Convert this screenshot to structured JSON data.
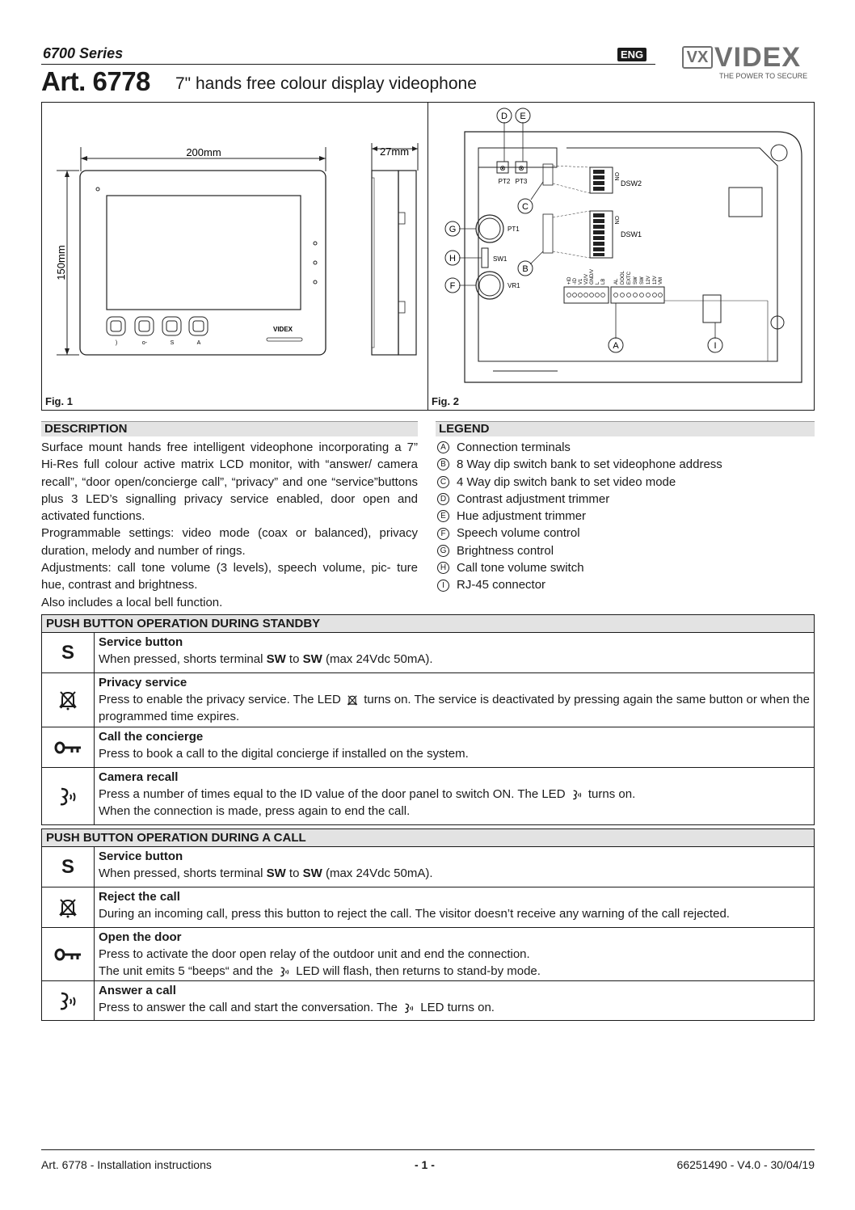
{
  "header": {
    "series": "6700 Series",
    "title": "Art. 6778",
    "subtitle": "7\" hands free colour display videophone",
    "lang_badge": "ENG",
    "logo_text": "VIDEX",
    "logo_tagline": "THE POWER TO SECURE"
  },
  "fig1": {
    "label": "Fig. 1",
    "width_dim": "200mm",
    "height_dim": "150mm",
    "depth_dim": "27mm",
    "brand": "VIDEX"
  },
  "fig2": {
    "label": "Fig. 2",
    "callouts": [
      "D",
      "E",
      "C",
      "G",
      "H",
      "F",
      "B",
      "A",
      "I"
    ],
    "labels": {
      "pt2": "PT2",
      "pt3": "PT3",
      "pt1": "PT1",
      "vr1": "VR1",
      "sw1": "SW1",
      "dsw1": "DSW1",
      "dsw2": "DSW2",
      "on": "ON"
    },
    "terminals_left": [
      "+ID",
      "-ID",
      "V1",
      "V2/V",
      "GND/V",
      "L",
      "LB"
    ],
    "terminals_right": [
      "AL",
      "DOOL",
      "EXTC",
      "SW",
      "SW",
      "12V",
      "12V",
      "VM"
    ]
  },
  "description": {
    "heading": "DESCRIPTION",
    "paragraphs": [
      "Surface mount hands free intelligent videophone incorporating a 7” Hi-Res full colour active matrix LCD monitor, with “answer/ camera recall”, “door open/concierge call”, “privacy” and one “service”buttons plus 3 LED’s signalling privacy service enabled, door open and activated functions.",
      "Programmable settings: video mode (coax or balanced), privacy duration, melody and number of rings.",
      "Adjustments: call tone volume (3 levels), speech volume, pic- ture hue, contrast and brightness.",
      "Also includes a local bell function."
    ]
  },
  "legend": {
    "heading": "LEGEND",
    "items": [
      {
        "key": "A",
        "text": "Connection terminals"
      },
      {
        "key": "B",
        "text": "8 Way dip switch bank to set videophone address"
      },
      {
        "key": "C",
        "text": "4 Way dip switch bank to set video mode"
      },
      {
        "key": "D",
        "text": "Contrast adjustment trimmer"
      },
      {
        "key": "E",
        "text": "Hue adjustment trimmer"
      },
      {
        "key": "F",
        "text": "Speech volume control"
      },
      {
        "key": "G",
        "text": "Brightness control"
      },
      {
        "key": "H",
        "text": "Call tone volume switch"
      },
      {
        "key": "I",
        "text": "RJ-45 connector"
      }
    ]
  },
  "standby": {
    "heading": "PUSH BUTTON OPERATION DURING STANDBY",
    "service": {
      "icon": "S",
      "title": "Service button",
      "pre": "When pressed, shorts terminal ",
      "b1": "SW",
      "mid": " to ",
      "b2": "SW",
      "post": " (max 24Vdc 50mA)."
    },
    "privacy": {
      "title": "Privacy service",
      "pre": "Press to enable the privacy service. The LED ",
      "post": " turns on. The service is deactivated by pressing again the same button or when the programmed time expires."
    },
    "concierge": {
      "title": "Call the concierge",
      "text": "Press to book a call to the digital concierge if installed on the system."
    },
    "camera": {
      "title": "Camera recall",
      "pre": "Press a number of times equal to the ID value of the door panel to switch ON. The LED ",
      "post": " turns on.",
      "line2": "When the connection is made, press again to end the call."
    }
  },
  "call": {
    "heading": "PUSH BUTTON OPERATION DURING A CALL",
    "service": {
      "icon": "S",
      "title": "Service button",
      "pre": "When pressed, shorts terminal ",
      "b1": "SW",
      "mid": " to ",
      "b2": "SW",
      "post": " (max 24Vdc 50mA)."
    },
    "reject": {
      "title": "Reject the call",
      "text": "During an incoming call, press this button to reject the call. The visitor doesn’t receive any warning of the call rejected."
    },
    "door": {
      "title": "Open the door",
      "line1": "Press to activate the door open relay of the outdoor unit and end the connection.",
      "pre": "The unit emits 5 “beeps“ and the ",
      "post": " LED will flash, then returns to stand-by mode."
    },
    "answer": {
      "title": "Answer a call",
      "pre": "Press to answer the call and start the conversation. The ",
      "post": " LED turns on."
    }
  },
  "footer": {
    "left": "Art. 6778 - Installation instructions",
    "center": "- 1 -",
    "right": "66251490 - V4.0 - 30/04/19"
  }
}
